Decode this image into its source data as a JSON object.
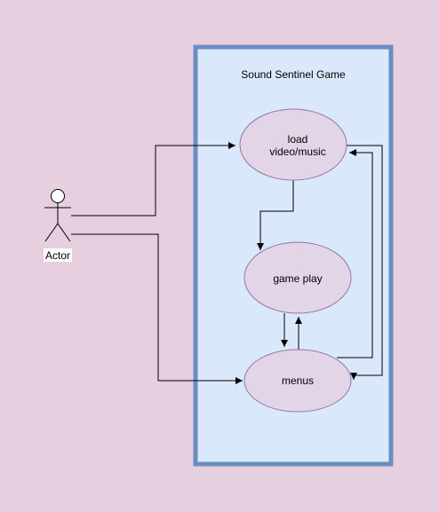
{
  "colors": {
    "page_background": "#e6d0df",
    "system_fill": "#dae8fc",
    "system_border": "#6c8ebf",
    "usecase_fill": "#e1d5e7",
    "usecase_border": "#9673a6",
    "connector": "#000000"
  },
  "diagram": {
    "system": {
      "title": "Sound Sentinel Game"
    },
    "actor": {
      "label": "Actor"
    },
    "use_cases": {
      "load": {
        "line1": "load",
        "line2": "video/music"
      },
      "game_play": {
        "label": "game play"
      },
      "menus": {
        "label": "menus"
      }
    }
  }
}
